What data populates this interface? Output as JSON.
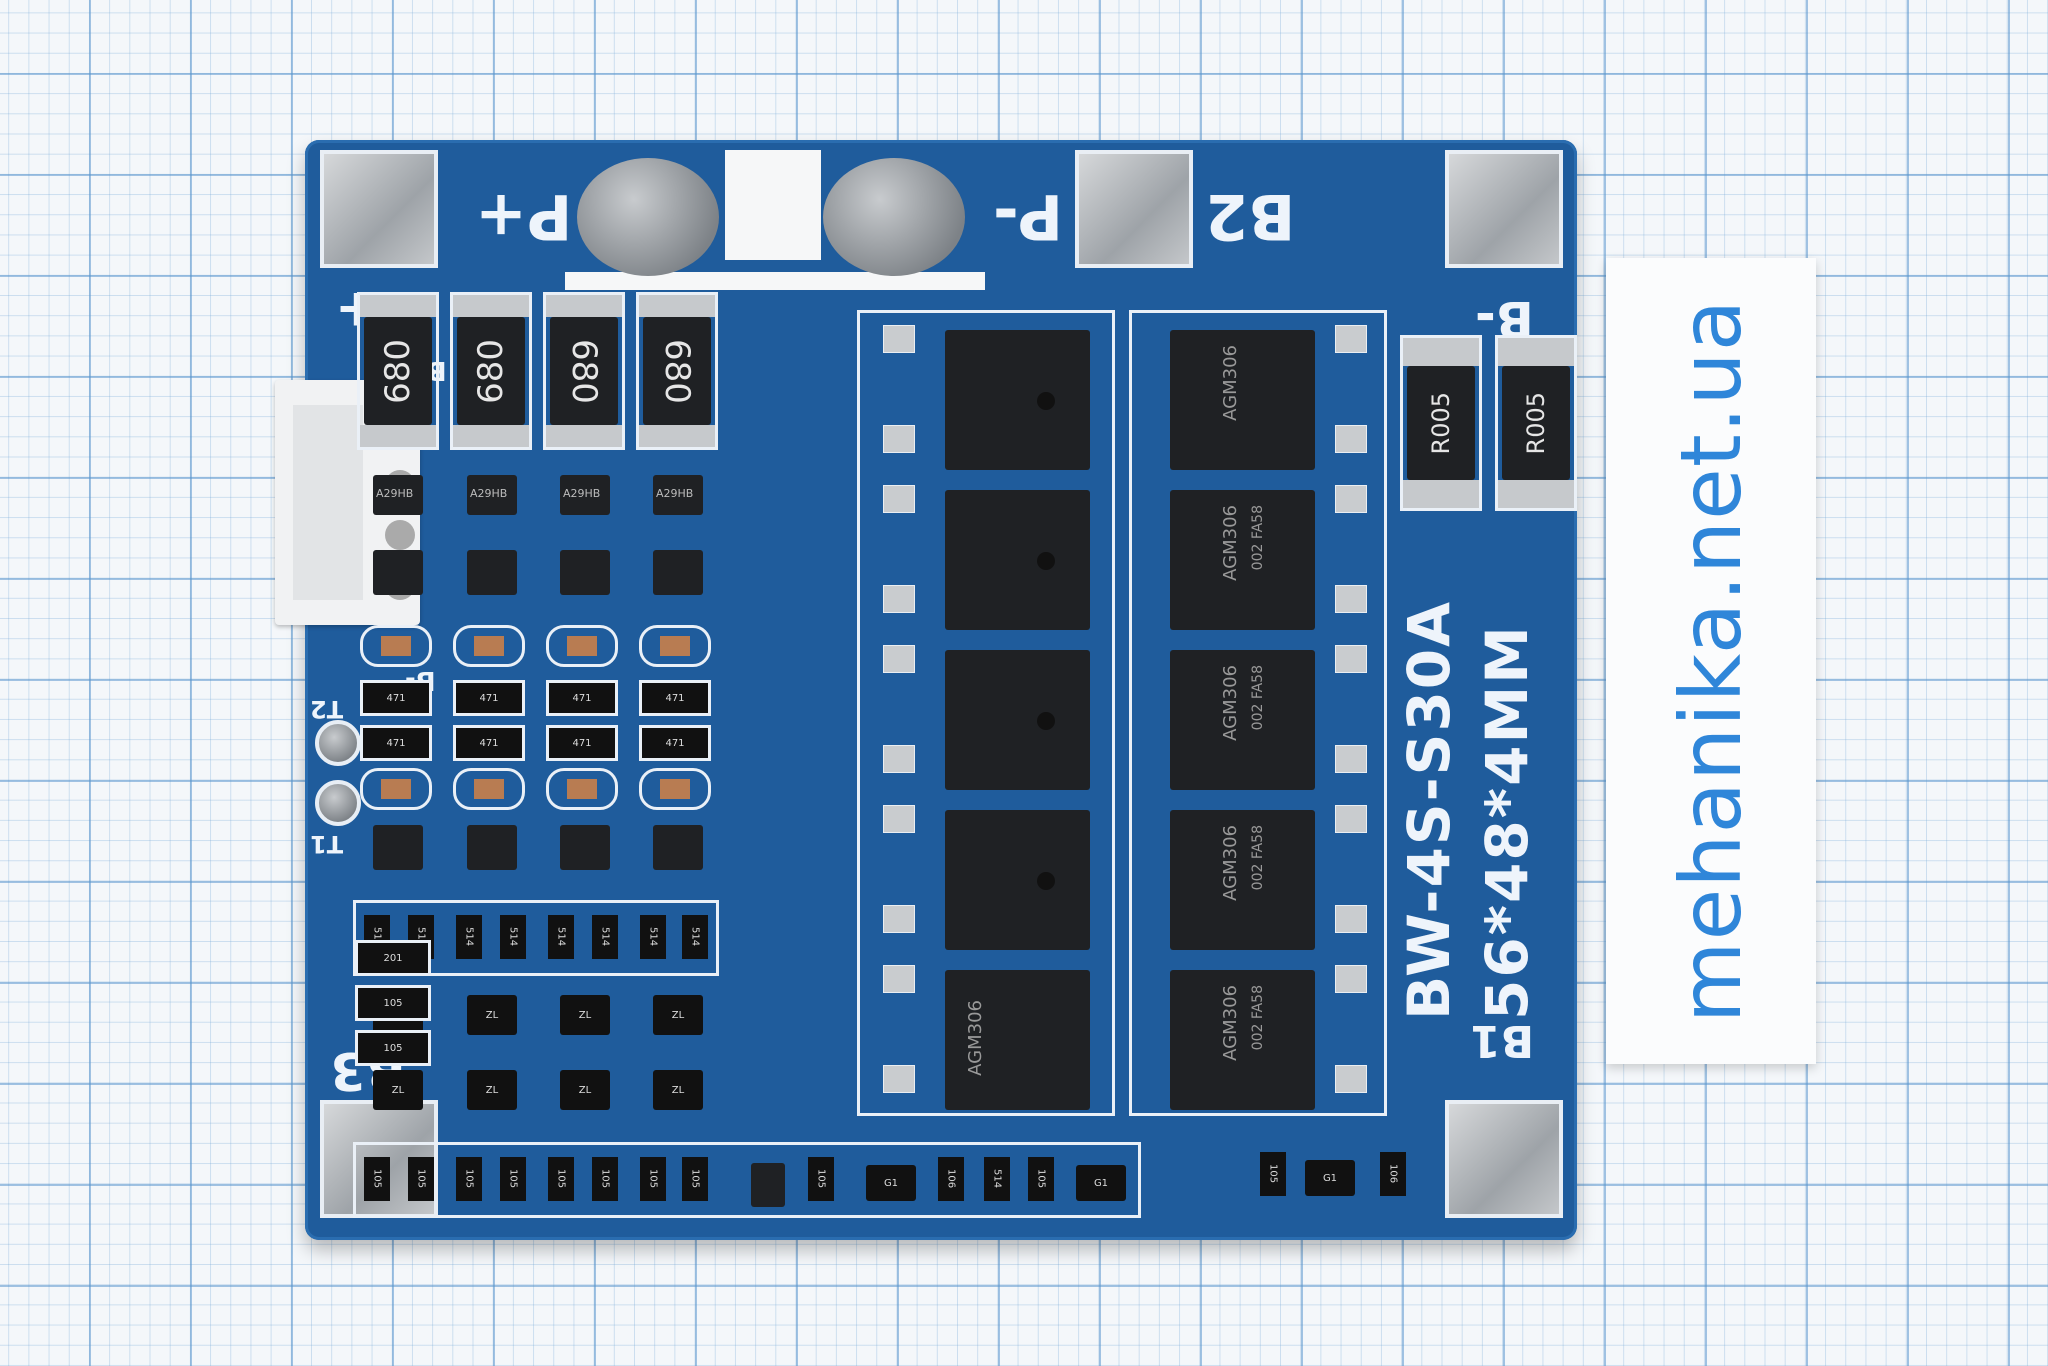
{
  "board": {
    "model_text": "BW-4S-S30A",
    "size_text": "56*48*4MM",
    "terminals": {
      "p_plus": "P+",
      "p_minus": "P-",
      "b2": "B2",
      "b_minus": "B-",
      "b_plus": "B+",
      "b3": "B3",
      "b1": "B1"
    },
    "connector_marks": {
      "b_plus_small": "B+",
      "b_minus_small": "B-"
    },
    "test_points": {
      "t2": "T2",
      "t1": "T1"
    },
    "resistors_680": [
      "680",
      "680",
      "680",
      "680"
    ],
    "shunt_resistors": [
      "R005",
      "R005"
    ],
    "mosfet_marking": [
      "AGM306",
      "002 FA58"
    ],
    "ic_marking": "A29HB",
    "small_marks": {
      "r471": "471",
      "r514": "514",
      "r105": "105",
      "r201": "201",
      "r106": "106",
      "g1": "G1",
      "zl": "ZL"
    }
  },
  "label": {
    "text": "mehanika.net.ua"
  },
  "colors": {
    "pcb": "#1f5c9c",
    "silkscreen": "#eef4fb",
    "label_text": "#2f86d9",
    "grid": "#5a96cd"
  }
}
